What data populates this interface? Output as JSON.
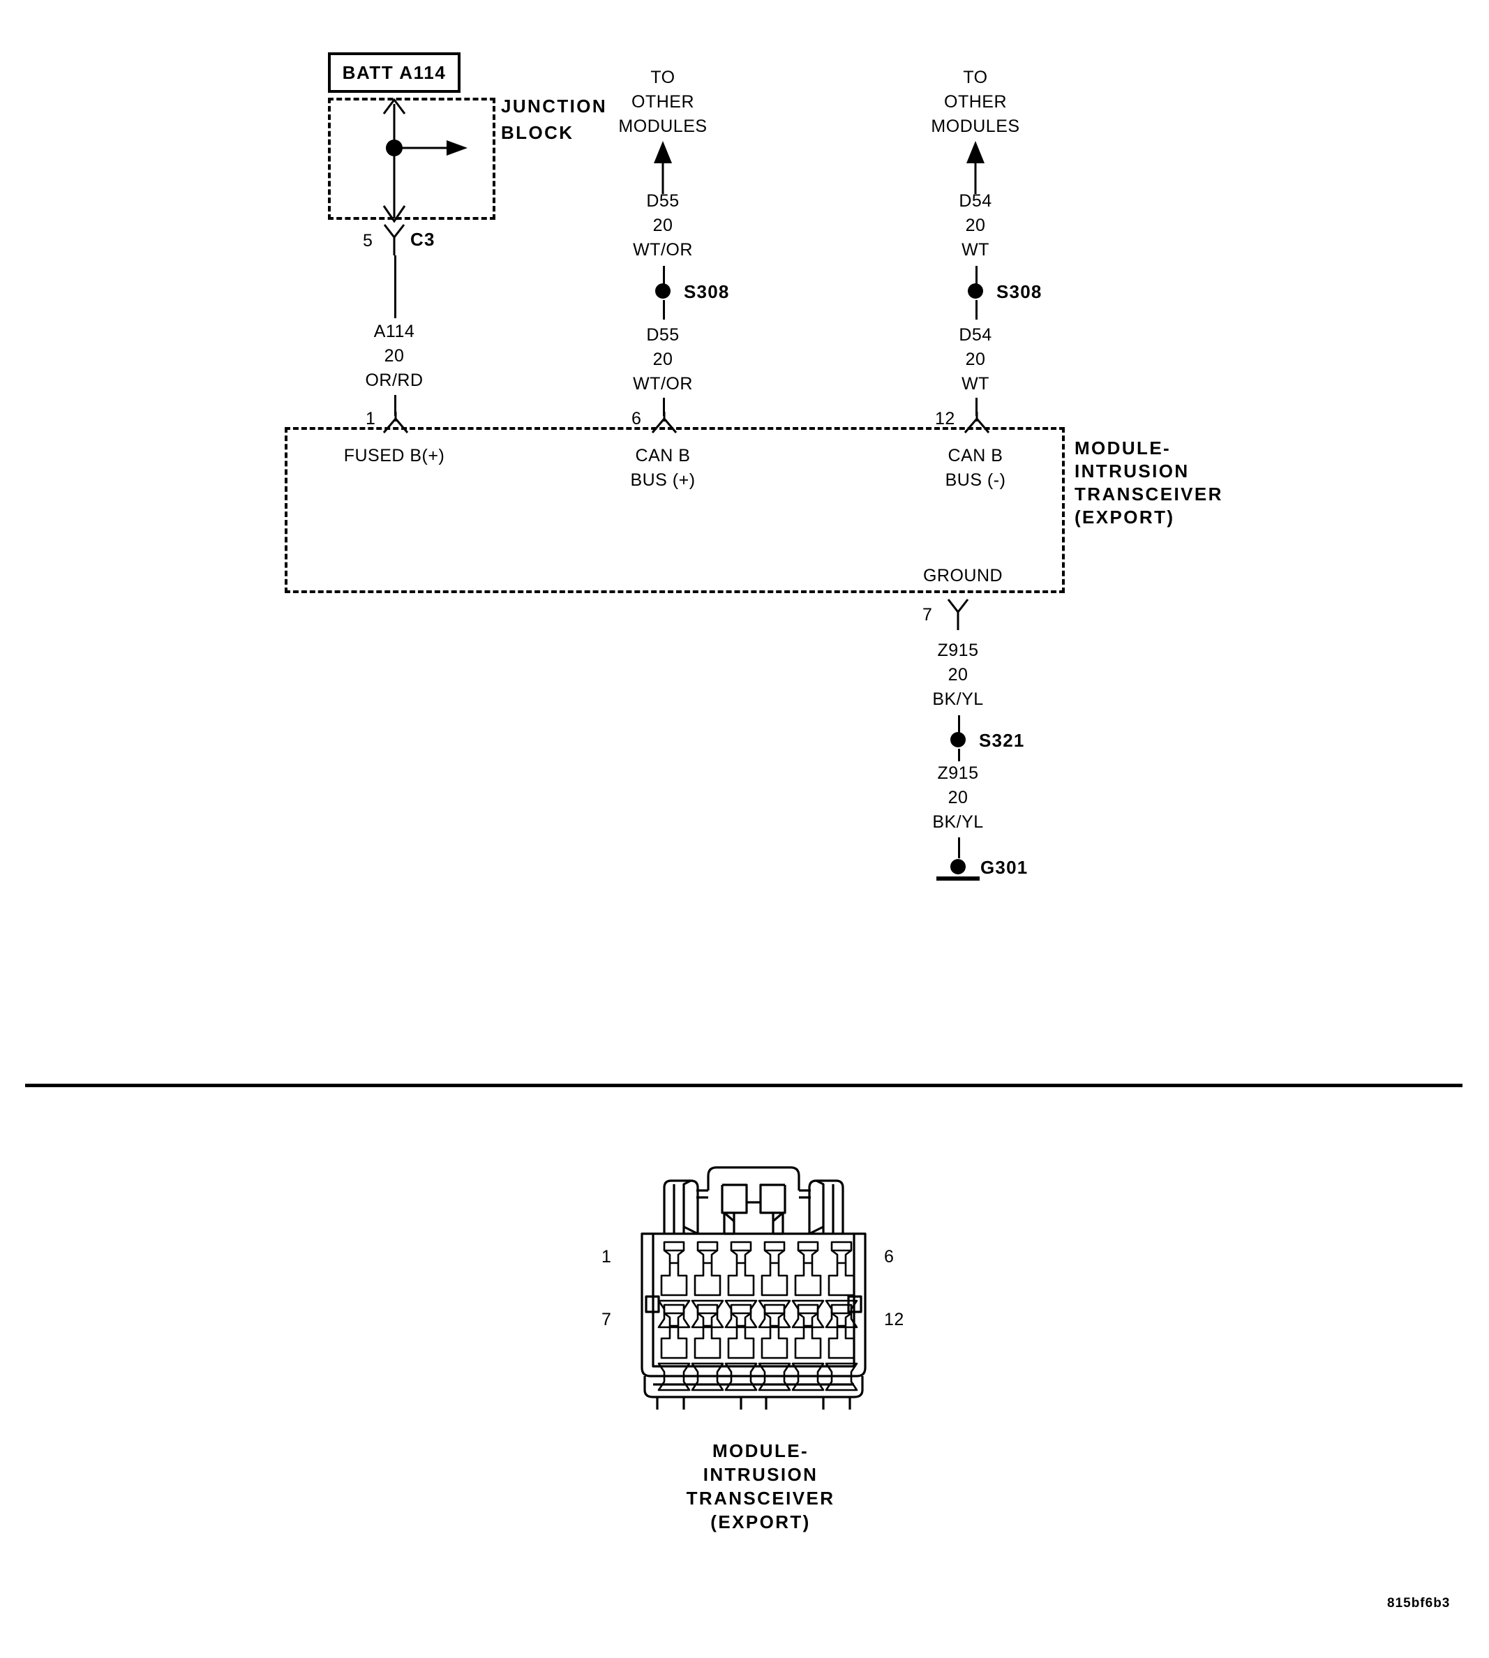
{
  "diagram": {
    "title_box": {
      "label": "BATT A114"
    },
    "junction_block": {
      "label_line1": "JUNCTION",
      "label_line2": "BLOCK"
    },
    "module": {
      "name_line1": "MODULE-",
      "name_line2": "INTRUSION",
      "name_line3": "TRANSCEIVER",
      "name_line4": "(EXPORT)"
    },
    "circuits": [
      {
        "id": "power",
        "top_label": "",
        "connector_pin_top": "5",
        "connector_name_top": "C3",
        "wire_id": "A114",
        "gauge": "20",
        "color": "OR/RD",
        "pin": "1",
        "function": "FUSED B(+)",
        "function_line2": ""
      },
      {
        "id": "can-b-plus",
        "top_label_line1": "TO",
        "top_label_line2": "OTHER",
        "top_label_line3": "MODULES",
        "upper_wire_id": "D55",
        "upper_gauge": "20",
        "upper_color": "WT/OR",
        "splice": "S308",
        "wire_id": "D55",
        "gauge": "20",
        "color": "WT/OR",
        "pin": "6",
        "function": "CAN B",
        "function_line2": "BUS (+)"
      },
      {
        "id": "can-b-minus",
        "top_label_line1": "TO",
        "top_label_line2": "OTHER",
        "top_label_line3": "MODULES",
        "upper_wire_id": "D54",
        "upper_gauge": "20",
        "upper_color": "WT",
        "splice": "S308",
        "wire_id": "D54",
        "gauge": "20",
        "color": "WT",
        "pin": "12",
        "function": "CAN B",
        "function_line2": "BUS (-)"
      }
    ],
    "ground_circuit": {
      "function": "GROUND",
      "pin": "7",
      "upper_wire_id": "Z915",
      "upper_gauge": "20",
      "upper_color": "BK/YL",
      "splice": "S321",
      "lower_wire_id": "Z915",
      "lower_gauge": "20",
      "lower_color": "BK/YL",
      "ground_id": "G301"
    }
  },
  "connector_view": {
    "pin_top_left": "1",
    "pin_top_right": "6",
    "pin_bottom_left": "7",
    "pin_bottom_right": "12",
    "caption_line1": "MODULE-",
    "caption_line2": "INTRUSION",
    "caption_line3": "TRANSCEIVER",
    "caption_line4": "(EXPORT)"
  },
  "watermark": {
    "text": "815bf6b3"
  }
}
